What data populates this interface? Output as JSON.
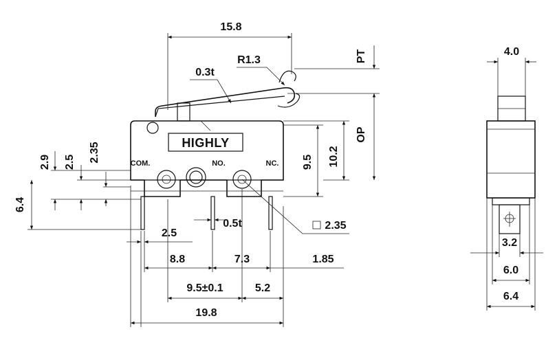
{
  "brand_label": "HIGHLY",
  "pins": {
    "com": "COM.",
    "no": "NO.",
    "nc": "NC."
  },
  "front": {
    "top_width": "15.8",
    "lever_thickness": "0.3t",
    "roller_radius": "R1.3",
    "pt": "PT",
    "op": "OP",
    "h_2_9": "2.9",
    "h_2_5": "2.5",
    "h_2_35": "2.35",
    "h_6_4": "6.4",
    "h_9_5": "9.5",
    "h_10_2": "10.2",
    "pin_pitch": "2.5",
    "pin_thickness": "0.5t",
    "pin_square": "2.35",
    "w_8_8": "8.8",
    "w_7_3": "7.3",
    "w_1_85": "1.85",
    "hole_pitch": "9.5±0.1",
    "w_5_2": "5.2",
    "overall_width": "19.8"
  },
  "side": {
    "top_width": "4.0",
    "w_3_2": "3.2",
    "w_6_0": "6.0",
    "w_6_4": "6.4"
  }
}
